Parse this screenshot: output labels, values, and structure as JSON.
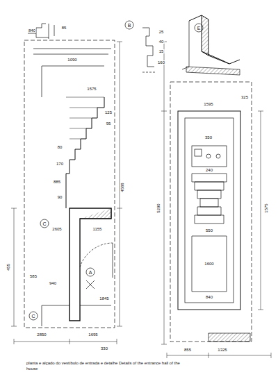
{
  "diagram": {
    "caption": "planta e alçado do vestíbulo de entrada e detalhe Details of the entrance hall of the house",
    "labels": [
      "4588",
      "840",
      "85",
      "1090",
      "1575",
      "125",
      "95",
      "80",
      "170",
      "885",
      "90",
      "455",
      "2605",
      "1155",
      "1845",
      "585",
      "940",
      "2850",
      "1695",
      "330",
      "5290",
      "1595",
      "325",
      "350",
      "240",
      "550",
      "1600",
      "840",
      "1325",
      "855",
      "1575",
      "25",
      "40",
      "15",
      "160",
      "B",
      "E",
      "C",
      "C",
      "A"
    ]
  }
}
